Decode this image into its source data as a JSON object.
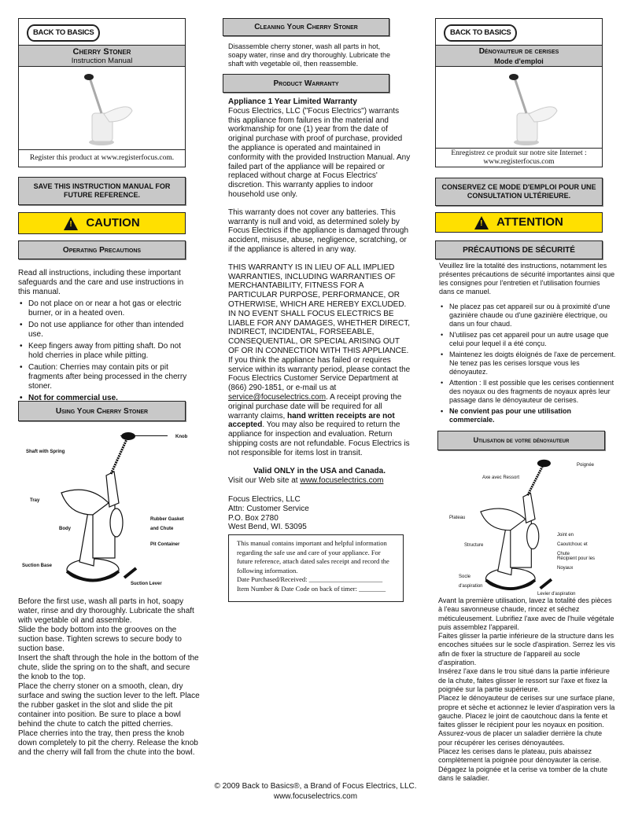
{
  "brand": "BACK TO BASICS",
  "colors": {
    "caution_yellow": "#ffe000",
    "header_gray": "#c8c8c8"
  },
  "en": {
    "title": "Cherry Stoner",
    "subtitle": "Instruction Manual",
    "register": "Register this product at www.registerfocus.com.",
    "save": "SAVE THIS INSTRUCTION MANUAL FOR FUTURE REFERENCE.",
    "caution": "CAUTION",
    "precautions_header": "Operating Precautions",
    "precautions_intro": "Read all instructions, including these important safeguards and the care and use instructions in this manual.",
    "precautions": [
      "Do not place on or near a hot gas or electric burner, or in a heated oven.",
      "Do not use appliance for other than intended use.",
      "Keep fingers away from pitting shaft. Do not hold cherries in place while pitting.",
      "Caution: Cherries may contain pits or pit fragments after being processed in the cherry stoner."
    ],
    "precaution_bold": "Not for commercial use.",
    "using_header": "Using Your Cherry Stoner",
    "diagram_labels": {
      "knob": "Knob",
      "shaft": "Shaft with Spring",
      "tray": "Tray",
      "gasket": "Rubber Gasket and Chute",
      "body": "Body",
      "pit": "Pit Container",
      "base": "Suction Base",
      "lever": "Suction Lever"
    },
    "using_paragraphs": [
      "Before the first use, wash all parts in hot, soapy water, rinse and dry thoroughly. Lubricate the shaft with vegetable oil and assemble.",
      "Slide the body bottom into the grooves on the suction base. Tighten screws to secure body to suction base.",
      "Insert the shaft through the hole in the bottom of the chute, slide the spring on to the shaft, and secure the knob to the top.",
      "Place the cherry stoner on a smooth, clean, dry surface and swing the suction lever to the left. Place the rubber gasket in the slot and slide the pit container into position. Be sure to place a bowl behind the chute to catch the pitted cherries.",
      "Place cherries into the tray, then press the knob down completely to pit the cherry. Release the knob and the cherry will fall from the chute into the bowl."
    ],
    "cleaning_header": "Cleaning Your Cherry Stoner",
    "cleaning_text": "Disassemble cherry stoner, wash all parts in hot, soapy water, rinse and dry thoroughly. Lubricate the shaft with vegetable oil, then reassemble.",
    "warranty_header": "Product Warranty",
    "warranty_title": "Appliance 1 Year Limited Warranty",
    "warranty_p1": "Focus Electrics, LLC (\"Focus Electrics\") warrants this appliance from failures in the material and workmanship for one (1) year from the date of original purchase with proof of purchase, provided the appliance is operated and maintained in conformity with the provided Instruction Manual. Any failed part of the appliance will be repaired or replaced without charge at Focus Electrics' discretion. This warranty applies to indoor household use only.",
    "warranty_p2": "This warranty does not cover any batteries. This warranty is null and void, as determined solely by Focus Electrics if the appliance is damaged through accident, misuse, abuse, negligence, scratching, or if the appliance is altered in any way.",
    "warranty_p3": "THIS WARRANTY IS IN LIEU OF ALL IMPLIED WARRANTIES, INCLUDING WARRANTIES OF MERCHANTABILITY, FITNESS FOR A PARTICULAR PURPOSE, PERFORMANCE, OR OTHERWISE, WHICH ARE HEREBY EXCLUDED. IN NO EVENT SHALL FOCUS ELECTRICS BE LIABLE FOR ANY DAMAGES, WHETHER DIRECT, INDIRECT, INCIDENTAL, FORSEEABLE, CONSEQUENTIAL, OR SPECIAL ARISING OUT OF OR IN CONNECTION WITH THIS APPLIANCE.",
    "warranty_p4a": "If you think the appliance has failed or requires service within its warranty period, please contact the Focus Electrics Customer Service Department at (866) 290-1851, or e-mail us at ",
    "warranty_email": "service@focuselectrics.com",
    "warranty_p4b": ". A receipt proving the original purchase date will be required for all warranty claims, ",
    "warranty_p4bold": "hand written receipts are not accepted",
    "warranty_p4c": ". You may also be required to return the appliance for inspection and evaluation. Return shipping costs are not refundable. Focus Electrics is not responsible for items lost in transit.",
    "valid": "Valid ONLY in the USA and Canada.",
    "visit": "Visit our Web site at ",
    "website": "www.focuselectrics.com",
    "address": [
      "Focus Electrics, LLC",
      "Attn: Customer Service",
      "P.O. Box 2780",
      "West Bend, WI. 53095"
    ],
    "record_box": [
      "This manual contains important and helpful information regarding the safe use and care of your appliance. For future reference, attach dated sales receipt and record the following information.",
      "Date Purchased/Received: ______________________",
      "Item Number & Date Code on back of timer: ________"
    ]
  },
  "fr": {
    "title": "Dénoyauteur de cerises",
    "subtitle": "Mode d'emploi",
    "register": "Enregistrez ce produit sur notre site Internet : www.registerfocus.com",
    "save": "CONSERVEZ CE MODE D'EMPLOI POUR UNE CONSULTATION ULTÉRIEURE.",
    "caution": "ATTENTION",
    "precautions_header": "PRÉCAUTIONS DE SÉCURITÉ",
    "precautions_intro": "Veuillez lire la totalité des instructions, notamment les présentes précautions de sécurité importantes ainsi que les consignes pour l'entretien et l'utilisation fournies dans ce manuel.",
    "precautions": [
      "Ne placez pas cet appareil sur ou à proximité d'une gazinière chaude ou d'une gazinière électrique, ou dans un four chaud.",
      "N'utilisez pas cet appareil pour un autre usage que celui pour lequel il a été conçu.",
      "Maintenez les doigts éloignés de l'axe de percement. Ne tenez pas les cerises lorsque vous les dénoyautez.",
      "Attention : Il est possible que les cerises contiennent des noyaux ou des fragments de noyaux après leur passage dans le dénoyauteur de cerises."
    ],
    "precaution_bold": "Ne convient pas pour une utilisation commerciale.",
    "using_header": "Utilisation de votre dénoyauteur",
    "diagram_labels": {
      "knob": "Poignée",
      "shaft": "Axe avec Ressort",
      "tray": "Plateau",
      "gasket": "Joint en Caoutchouc et Chute",
      "body": "Structure",
      "pit": "Récipient pour les Noyaux",
      "base": "Socle d'aspiration",
      "lever": "Levier d'aspiration"
    },
    "using_paragraphs": [
      "Avant la première utilisation, lavez la totalité des pièces à l'eau savonneuse chaude, rincez et séchez méticuleusement. Lubrifiez l'axe avec de l'huile végétale puis assemblez l'appareil.",
      "Faites glisser la partie inférieure de la structure dans les encoches situées sur le socle d'aspiration. Serrez les vis afin de fixer la structure de l'appareil au socle d'aspiration.",
      "Insérez l'axe dans le trou situé dans la partie inférieure de la chute, faites glisser le ressort sur l'axe et fixez la poignée sur la partie supérieure.",
      "Placez le dénoyauteur de cerises sur une surface plane, propre et sèche et actionnez le levier d'aspiration vers la gauche. Placez le joint de caoutchouc dans la fente et faites glisser le récipient pour les noyaux en position. Assurez-vous de placer un saladier derrière la chute pour récupérer les cerises dénoyautées.",
      "Placez les cerises dans le plateau, puis abaissez complètement la poignée pour dénoyauter la cerise. Dégagez la poignée et la cerise va tomber de la chute dans le saladier."
    ]
  },
  "footer": {
    "copyright": "© 2009 Back to Basics®, a Brand of Focus Electrics, LLC.",
    "website": "www.focuselectrics.com"
  }
}
